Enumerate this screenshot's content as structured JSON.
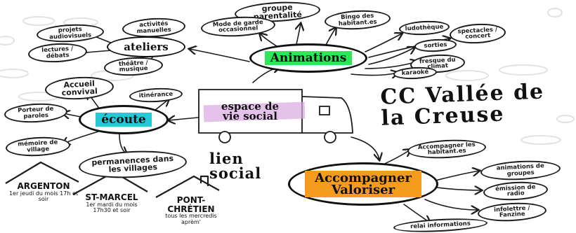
{
  "title": "CC Vallée de la Creuse",
  "center": {
    "label": "espace de vie social",
    "highlight": "#d8a8e0"
  },
  "lien": "lien social",
  "hubs": {
    "animations": {
      "label": "Animations",
      "color": "#2ee65a"
    },
    "ecoute": {
      "label": "écoute",
      "color": "#27c7d6"
    },
    "accompagner": {
      "label": "Accompagner Valoriser",
      "color": "#f59b1d"
    },
    "ateliers": {
      "label": "ateliers"
    }
  },
  "nodes": {
    "groupe": "groupe parentalité",
    "mode_garde": "Mode de garde occasionnel",
    "bingo": "Bingo des habitant.es",
    "ludotheque": "ludothèque",
    "spectacles": "spectacles / concert",
    "sorties": "sorties",
    "fresque": "fresque du climat",
    "karaoke": "karaoké",
    "activites": "activités manuelles",
    "projets": "projets audiovisuels",
    "lectures": "lectures / débats",
    "theatre": "théâtre / musique",
    "accueil": "Accueil convival",
    "itinerance": "itinérance",
    "porteur": "Porteur de paroles",
    "memoire": "mémoire de village",
    "permanences": "permanences dans les villages",
    "accompagner_hab": "Accompagner les habitant.es",
    "anim_groupes": "animations de groupes",
    "emission": "émission de radio",
    "infolettre": "infolettre / Fanzine",
    "relai": "relai informations"
  },
  "places": [
    {
      "name": "ARGENTON",
      "times": "1er jeudi du mois 17h et soir"
    },
    {
      "name": "ST-MARCEL",
      "times": "1er mardi du mois 17h30 et soir"
    },
    {
      "name": "PONT-CHRÉTIEN",
      "times": "tous les mercredis aprèm'"
    }
  ]
}
